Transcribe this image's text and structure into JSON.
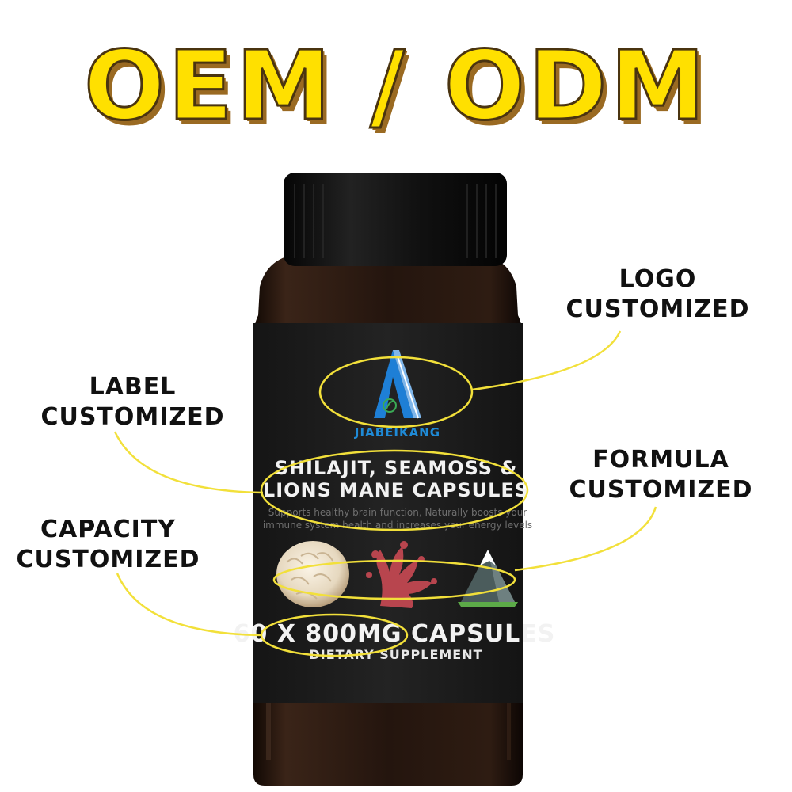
{
  "headline": "OEM / ODM",
  "callouts": {
    "logo": [
      "LOGO",
      "CUSTOMIZED"
    ],
    "label": [
      "LABEL",
      "CUSTOMIZED"
    ],
    "formula": [
      "FORMULA",
      "CUSTOMIZED"
    ],
    "capacity": [
      "CAPACITY",
      "CUSTOMIZED"
    ]
  },
  "bottle": {
    "brand": "JIABEIKANG",
    "title_line1": "SHILAJIT, SEAMOSS &",
    "title_line2": "LIONS MANE CAPSULES",
    "desc_line1": "Supports healthy brain function, Naturally boosts your",
    "desc_line2": "immune system health and increases your energy levels",
    "count": "60 X 800MG CAPSULES",
    "type": "DIETARY SUPPLEMENT"
  },
  "colors": {
    "accent_yellow": "#ffe000",
    "callout_line": "#f2e03a",
    "bottle": "#24150f",
    "label": "#1c1c1c",
    "cap": "#0b0b0b"
  }
}
